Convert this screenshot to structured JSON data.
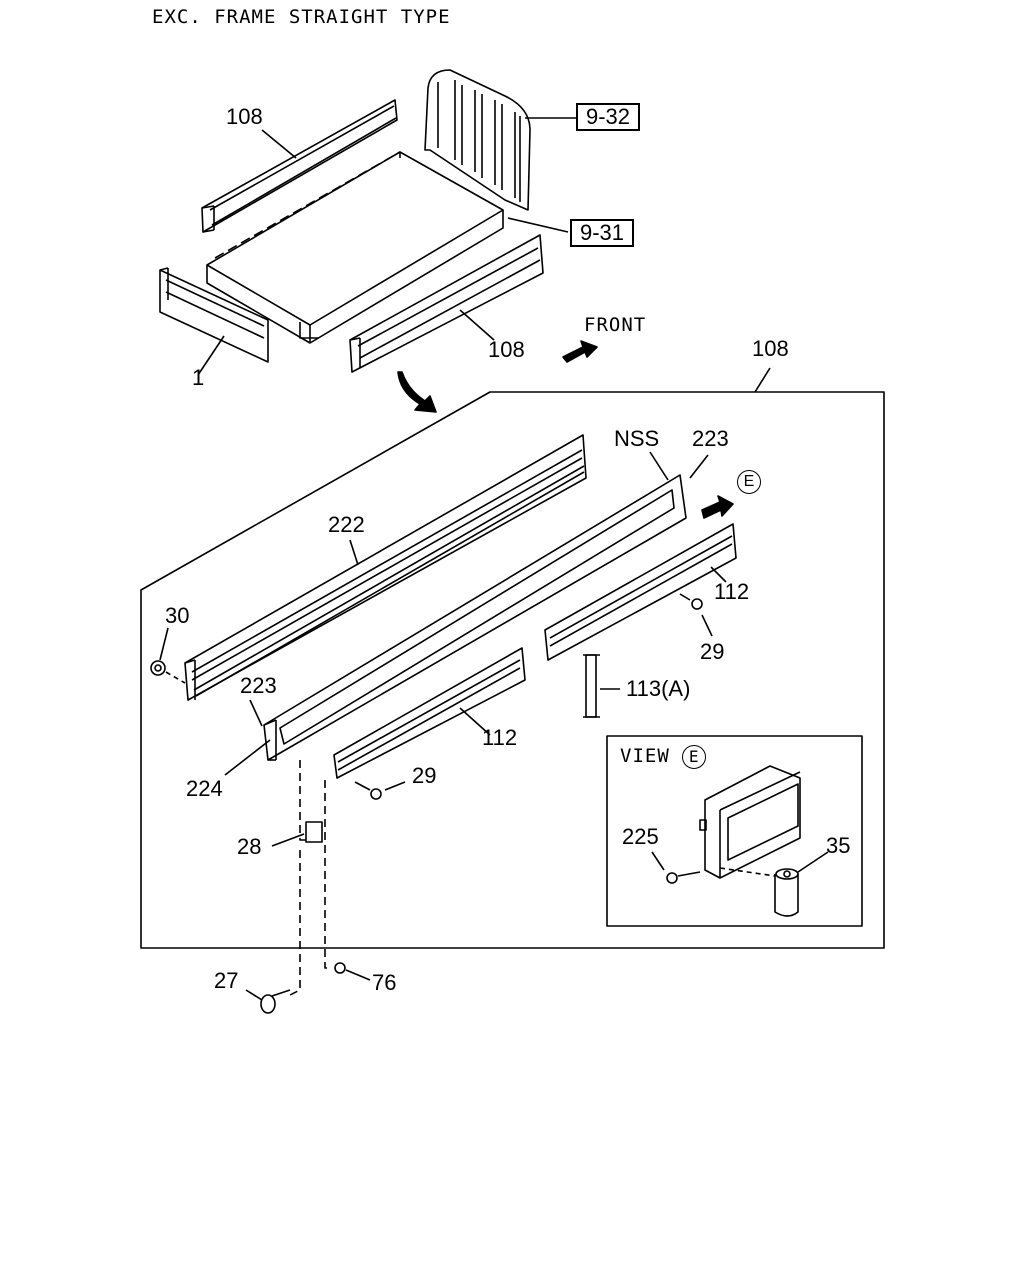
{
  "header": {
    "title": "EXC. FRAME STRAIGHT TYPE"
  },
  "direction": {
    "front": "FRONT"
  },
  "view": {
    "label": "VIEW",
    "marker": "E"
  },
  "callouts": {
    "c108_top": "108",
    "c932": "9-32",
    "c931": "9-31",
    "c1": "1",
    "c108_right": "108",
    "c108_panel": "108",
    "nss": "NSS",
    "c223_top": "223",
    "e_marker": "E",
    "c222": "222",
    "c30": "30",
    "c112_right": "112",
    "c29_right": "29",
    "c223_left": "223",
    "c113a": "113(A)",
    "c112_mid": "112",
    "c224": "224",
    "c29_mid": "29",
    "c225": "225",
    "c35": "35",
    "c28": "28",
    "c27": "27",
    "c76": "76"
  }
}
